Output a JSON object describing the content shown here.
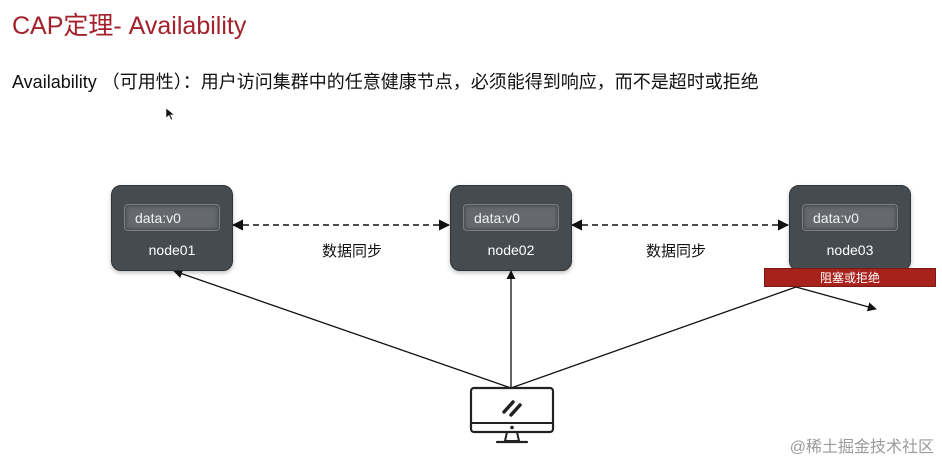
{
  "title": "CAP定理- Availability",
  "definition": "Availability （可用性）：用户访问集群中的任意健康节点，必须能得到响应，而不是超时或拒绝",
  "nodes": [
    {
      "data": "data:v0",
      "label": "node01"
    },
    {
      "data": "data:v0",
      "label": "node02"
    },
    {
      "data": "data:v0",
      "label": "node03"
    }
  ],
  "sync_labels": [
    "数据同步",
    "数据同步"
  ],
  "blocked_label": "阻塞或拒绝",
  "watermark": "@稀土掘金技术社区",
  "icons": {
    "client": "monitor-icon",
    "cursor": "mouse-pointer-icon"
  },
  "colors": {
    "title": "#a3212b",
    "node": "#464b4f",
    "blocked": "#a8221c"
  }
}
